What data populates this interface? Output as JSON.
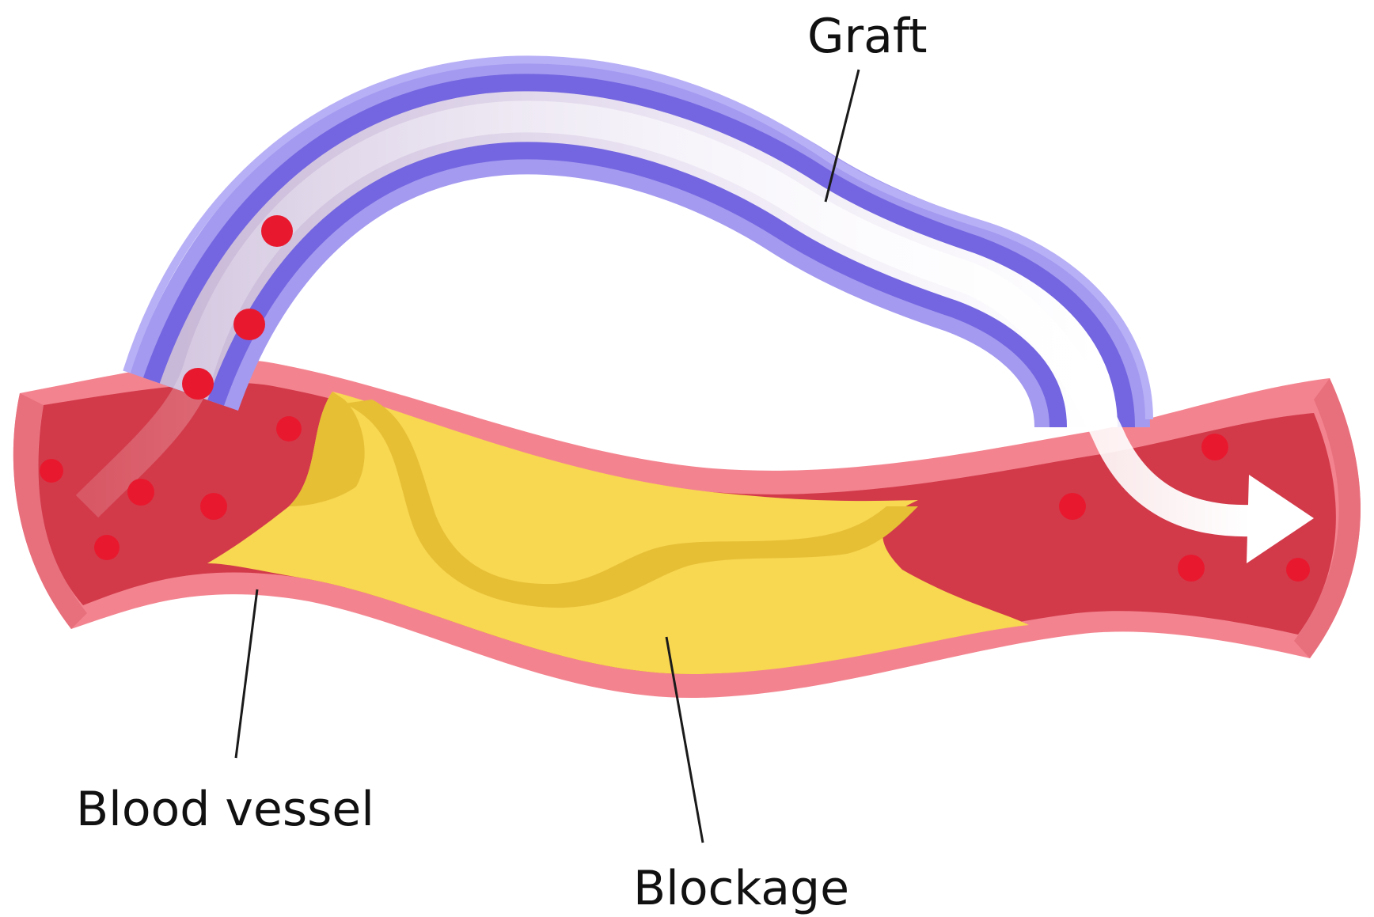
{
  "labels": {
    "graft": "Graft",
    "blood_vessel": "Blood vessel",
    "blockage": "Blockage"
  },
  "colors": {
    "vessel_wall": "#f3848f",
    "vessel_inner_red": "#d23a4a",
    "blockage_yellow": "#f8d751",
    "blockage_shadow": "#e6bf35",
    "graft_outer": "#a49af0",
    "graft_mid": "#7466e0",
    "graft_lumen": "#e4ddf0",
    "blood_cell": "#e8192f",
    "flow_arrow": "#ffffff",
    "text": "#111111"
  },
  "icons": {
    "flow": "flow-arrow-icon",
    "blood_cell": "blood-cell-icon"
  }
}
